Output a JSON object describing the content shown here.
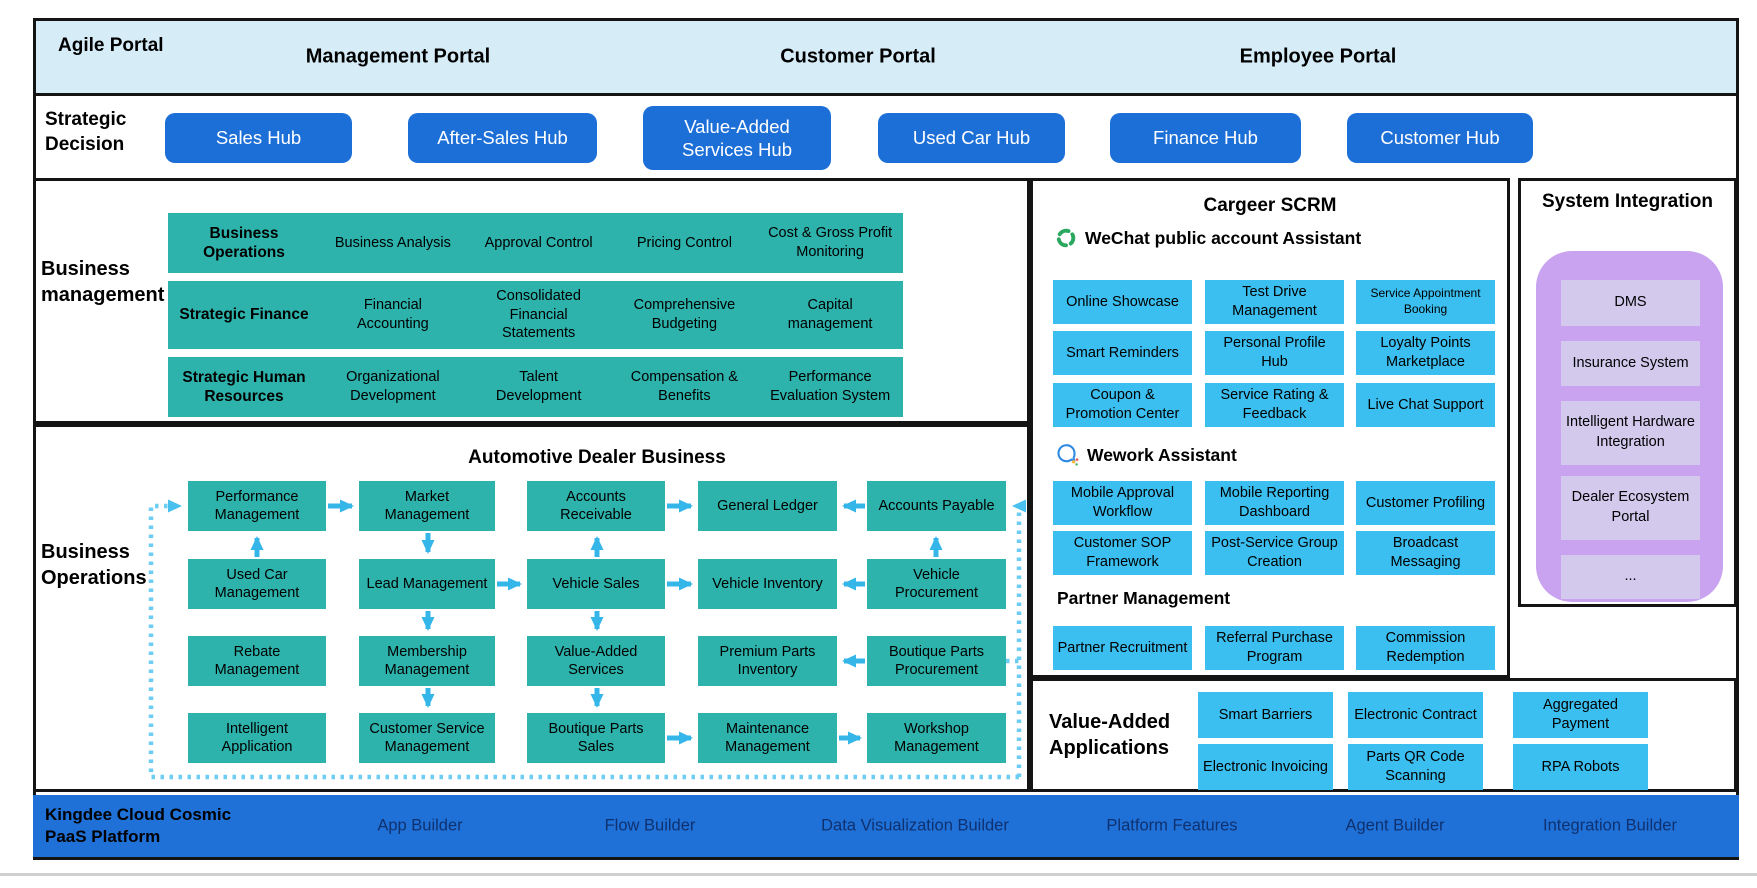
{
  "colors": {
    "teal": "#2db3ab",
    "cyan": "#3bbff0",
    "hub_blue": "#1d6fd8",
    "bar_blue": "#1f71d8",
    "light_cyan": "#d6edf8",
    "purple": "#c9a3f0",
    "lavender": "#d2c9ed",
    "arrow": "#35b6e8",
    "arrow_dashed": "#6ecdf2"
  },
  "top_bar": {
    "agile_portal": "Agile Portal",
    "portals": [
      "Management Portal",
      "Customer Portal",
      "Employee Portal"
    ]
  },
  "strategic": {
    "label": "Strategic Decision",
    "hubs": [
      "Sales Hub",
      "After-Sales Hub",
      "Value-Added Services Hub",
      "Used Car Hub",
      "Finance Hub",
      "Customer Hub"
    ]
  },
  "biz_mgmt": {
    "label": "Business management",
    "rows": [
      {
        "header": "Business Operations",
        "items": [
          "Business Analysis",
          "Approval Control",
          "Pricing Control",
          "Cost & Gross Profit Monitoring"
        ]
      },
      {
        "header": "Strategic Finance",
        "items": [
          "Financial Accounting",
          "Consolidated Financial Statements",
          "Comprehensive Budgeting",
          "Capital management"
        ]
      },
      {
        "header": "Strategic Human Resources",
        "items": [
          "Organizational Development",
          "Talent Development",
          "Compensation & Benefits",
          "Performance Evaluation System"
        ]
      }
    ]
  },
  "biz_ops": {
    "label": "Business Operations",
    "title": "Automotive Dealer Business",
    "flow": [
      [
        "Performance Management",
        "Market Management",
        "Accounts Receivable",
        "General Ledger",
        "Accounts Payable"
      ],
      [
        "Used Car Management",
        "Lead Management",
        "Vehicle Sales",
        "Vehicle Inventory",
        "Vehicle Procurement"
      ],
      [
        "Rebate Management",
        "Membership Management",
        "Value-Added Services",
        "Premium Parts Inventory",
        "Boutique Parts Procurement"
      ],
      [
        "Intelligent Application",
        "Customer Service Management",
        "Boutique Parts Sales",
        "Maintenance Management",
        "Workshop Management"
      ]
    ]
  },
  "scrm": {
    "title": "Cargeer SCRM",
    "wechat": {
      "icon": "wechat-icon",
      "title": "WeChat public account Assistant",
      "items": [
        "Online Showcase",
        "Test Drive Management",
        "Service Appointment Booking",
        "Smart Reminders",
        "Personal Profile Hub",
        "Loyalty Points Marketplace",
        "Coupon & Promotion Center",
        "Service Rating & Feedback",
        "Live Chat Support"
      ]
    },
    "wework": {
      "icon": "wework-icon",
      "title": "Wework Assistant",
      "items": [
        "Mobile Approval Workflow",
        "Mobile Reporting Dashboard",
        "Customer Profiling",
        "Customer SOP Framework",
        "Post-Service Group Creation",
        "Broadcast Messaging"
      ]
    },
    "partner": {
      "title": "Partner Management",
      "items": [
        "Partner Recruitment",
        "Referral Purchase Program",
        "Commission Redemption"
      ]
    }
  },
  "system_integration": {
    "title": "System Integration",
    "items": [
      "DMS",
      "Insurance System",
      "Intelligent Hardware Integration",
      "Dealer Ecosystem Portal",
      "..."
    ]
  },
  "value_added": {
    "title": "Value-Added Applications",
    "items": [
      "Smart Barriers",
      "Electronic Contract",
      "Aggregated Payment",
      "Electronic Invoicing",
      "Parts QR Code Scanning",
      "RPA Robots"
    ]
  },
  "paas": {
    "title": "Kingdee Cloud Cosmic PaaS Platform",
    "items": [
      "App Builder",
      "Flow Builder",
      "Data Visualization Builder",
      "Platform Features",
      "Agent Builder",
      "Integration Builder"
    ]
  }
}
